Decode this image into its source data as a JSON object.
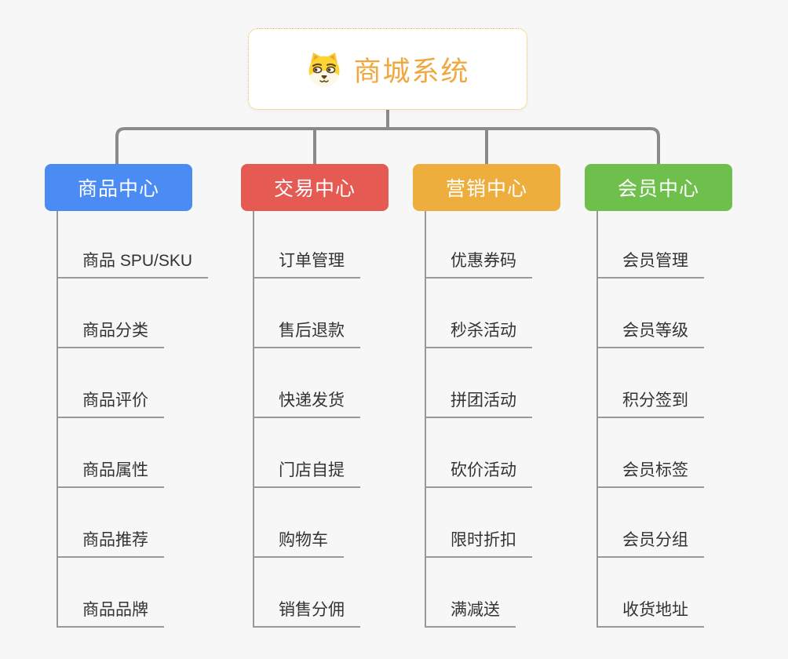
{
  "page": {
    "background_color": "#f7f7f7"
  },
  "root": {
    "label": "商城系统",
    "icon": "dog-face-icon",
    "text_color": "#f0a73d",
    "border_color": "#f3b44c"
  },
  "branches": [
    {
      "label": "商品中心",
      "color": "#4b8bf4",
      "items": [
        "商品 SPU/SKU",
        "商品分类",
        "商品评价",
        "商品属性",
        "商品推荐",
        "商品品牌"
      ]
    },
    {
      "label": "交易中心",
      "color": "#e55a52",
      "items": [
        "订单管理",
        "售后退款",
        "快递发货",
        "门店自提",
        "购物车",
        "销售分佣"
      ]
    },
    {
      "label": "营销中心",
      "color": "#eeae3e",
      "items": [
        "优惠券码",
        "秒杀活动",
        "拼团活动",
        "砍价活动",
        "限时折扣",
        "满减送"
      ]
    },
    {
      "label": "会员中心",
      "color": "#6ebf4b",
      "items": [
        "会员管理",
        "会员等级",
        "积分签到",
        "会员标签",
        "会员分组",
        "收货地址"
      ]
    }
  ],
  "lines": {
    "tree_connector_color": "#8a8a8a",
    "leaf_line_color": "#999999",
    "leaf_text_color": "#333333"
  }
}
